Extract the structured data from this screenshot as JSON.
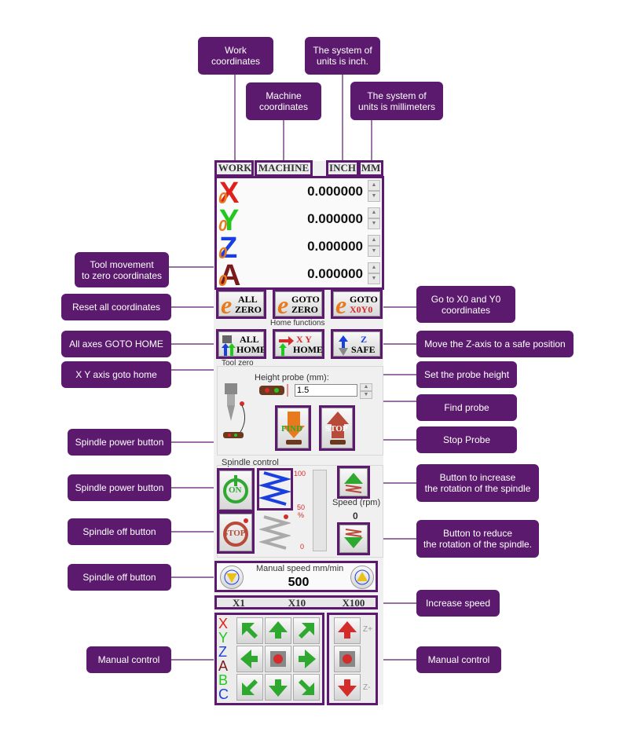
{
  "callouts": {
    "work": "Work\ncoordinates",
    "machine": "Machine\ncoordinates",
    "inch": "The system of\nunits is inch.",
    "mm": "The system of\nunits is millimeters",
    "tool_zero": "Tool movement\nto zero coordinates",
    "reset_all": "Reset all coordinates",
    "goto_x0y0": "Go to X0 and Y0\ncoordinates",
    "all_home": "All axes GOTO HOME",
    "z_safe": "Move the Z-axis to a safe position",
    "xy_home": "X Y axis goto home",
    "probe_height": "Set the probe height",
    "find_probe": "Find probe",
    "stop_probe": "Stop Probe",
    "spindle_power_1": "Spindle power button",
    "spindle_power_2": "Spindle power button",
    "spindle_increase": "Button to increase\nthe rotation of the spindle",
    "spindle_off_1": "Spindle off button",
    "spindle_reduce": "Button to reduce\nthe rotation of the spindle.",
    "spindle_off_2": "Spindle off button",
    "increase_speed": "Increase speed",
    "manual_left": "Manual control",
    "manual_right": "Manual control"
  },
  "tabs": {
    "work": "WORK",
    "machine": "MACHINE",
    "inch": "INCH",
    "mm": "MM"
  },
  "axes": [
    {
      "letter": "X",
      "value": "0.000000",
      "color": "#e0201a"
    },
    {
      "letter": "Y",
      "value": "0.000000",
      "color": "#22c81e"
    },
    {
      "letter": "Z",
      "value": "0.000000",
      "color": "#1a3fe0"
    },
    {
      "letter": "A",
      "value": "0.000000",
      "color": "#7a1a1a"
    }
  ],
  "zero_glyph": "0",
  "buttons": {
    "all_zero_1": "ALL",
    "all_zero_2": "ZERO",
    "goto_zero_1": "GOTO",
    "goto_zero_2": "ZERO",
    "goto_x0y0_1": "GOTO",
    "goto_x0y0_2": "X0Y0",
    "all_home_1": "ALL",
    "all_home_2": "HOME",
    "xy_home_1": "X Y",
    "xy_home_2": "HOME",
    "z_safe_1": "Z",
    "z_safe_2": "SAFE",
    "find": "FIND",
    "stop_probe": "STOP",
    "on": "ON",
    "stop_spindle": "STOP"
  },
  "labels": {
    "home_functions": "Home functions",
    "tool_zero": "Tool zero",
    "height_probe": "Height probe (mm):",
    "probe_value": "1.5",
    "spindle_control": "Spindle control",
    "speed_rpm": "Speed (rpm)",
    "speed_value": "0",
    "scale_100": "100",
    "scale_50": "50",
    "scale_pct": "%",
    "scale_0": "0",
    "manual_speed": "Manual speed mm/min",
    "manual_speed_value": "500",
    "x1": "X1",
    "x10": "X10",
    "x100": "X100",
    "z_plus": "Z+",
    "z_minus": "Z-"
  },
  "manual_axes": [
    {
      "letter": "X",
      "color": "#e0201a"
    },
    {
      "letter": "Y",
      "color": "#22c81e"
    },
    {
      "letter": "Z",
      "color": "#1a3fe0"
    },
    {
      "letter": "A",
      "color": "#7a1a1a"
    },
    {
      "letter": "B",
      "color": "#22c81e"
    },
    {
      "letter": "C",
      "color": "#1a3fe0"
    }
  ],
  "colors": {
    "callout": "#5c1a6e",
    "accent_green": "#2ea82e",
    "accent_red": "#d42b2b",
    "orange": "#e87a1e"
  }
}
